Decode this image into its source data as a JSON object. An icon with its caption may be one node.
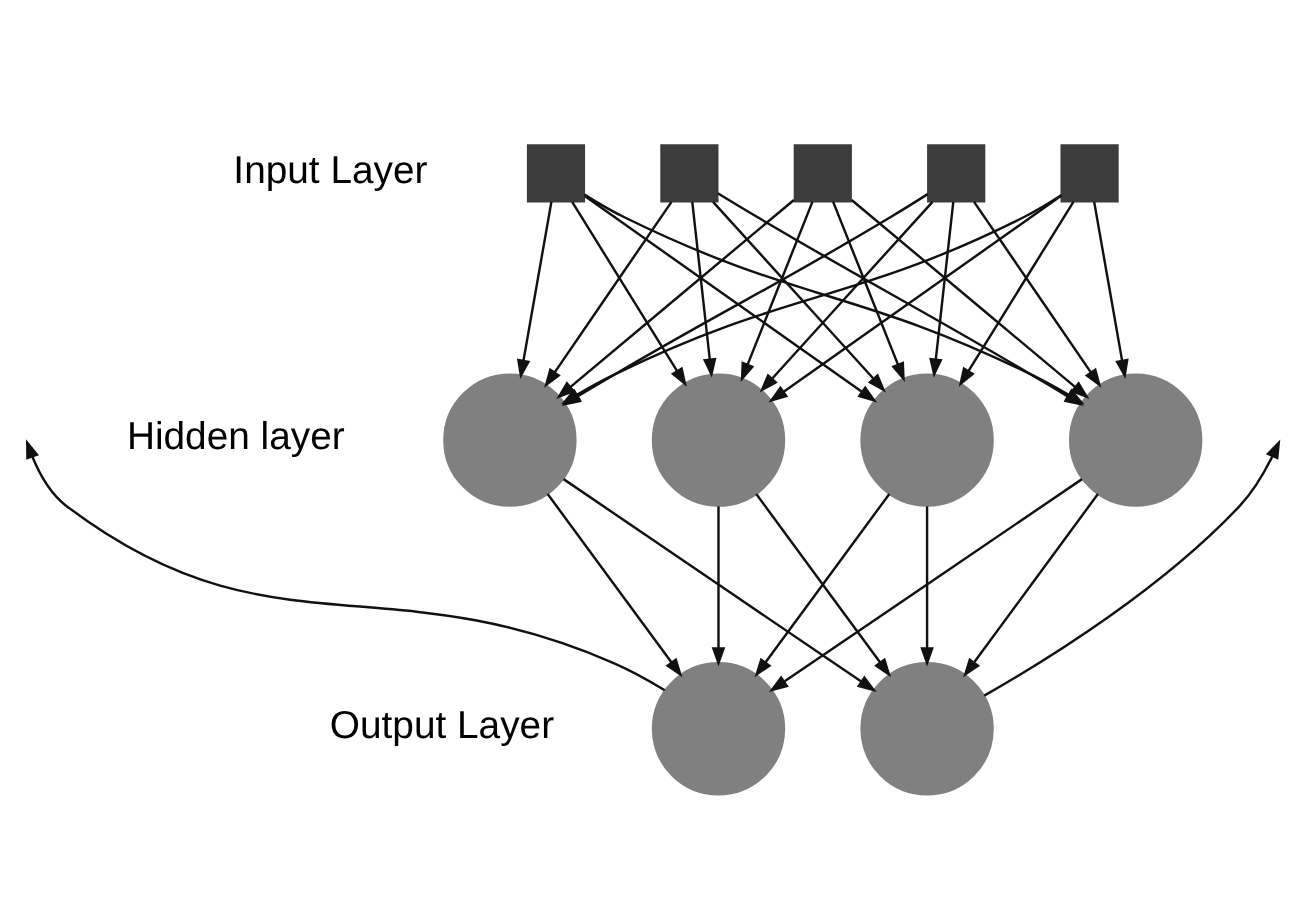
{
  "diagram": {
    "nodes": [
      {
        "text": [],
        "shape": "circle"
      },
      {
        "text": [],
        "shape": "circle"
      },
      {
        "text": [],
        "shape": "circle"
      },
      {
        "text": [],
        "shape": "circle"
      },
      {
        "text": [],
        "shape": "circle"
      },
      {
        "text": [],
        "shape": "circle"
      },
      {
        "text": [],
        "shape": "box"
      },
      {
        "text": [],
        "shape": "box"
      },
      {
        "text": [],
        "shape": "box"
      },
      {
        "text": [],
        "shape": "box"
      },
      {
        "text": [],
        "shape": "box"
      }
    ],
    "edges": [
      {
        "from": 0,
        "to": null,
        "arrow": "to"
      },
      {
        "from": 1,
        "to": null,
        "arrow": "to"
      },
      {
        "from": 2,
        "to": 0,
        "arrow": "to"
      },
      {
        "from": 2,
        "to": 1,
        "arrow": "to"
      },
      {
        "from": 3,
        "to": 0,
        "arrow": "to"
      },
      {
        "from": 3,
        "to": 1,
        "arrow": "to"
      },
      {
        "from": 4,
        "to": 0,
        "arrow": "to"
      },
      {
        "from": 4,
        "to": 1,
        "arrow": "to"
      },
      {
        "from": 5,
        "to": 0,
        "arrow": "to"
      },
      {
        "from": 5,
        "to": 1,
        "arrow": "to"
      },
      {
        "from": 6,
        "to": 2,
        "arrow": "to"
      },
      {
        "from": 6,
        "to": 3,
        "arrow": "to"
      },
      {
        "from": 6,
        "to": 4,
        "arrow": "to"
      },
      {
        "from": 6,
        "to": 5,
        "arrow": "to"
      },
      {
        "from": 7,
        "to": 2,
        "arrow": "to"
      },
      {
        "from": 7,
        "to": 3,
        "arrow": "to"
      },
      {
        "from": 7,
        "to": 4,
        "arrow": "to"
      },
      {
        "from": 7,
        "to": 5,
        "arrow": "to"
      },
      {
        "from": 8,
        "to": 2,
        "arrow": "to"
      },
      {
        "from": 8,
        "to": 3,
        "arrow": "to"
      },
      {
        "from": 8,
        "to": 4,
        "arrow": "to"
      },
      {
        "from": 8,
        "to": 5,
        "arrow": "to"
      },
      {
        "from": 9,
        "to": 2,
        "arrow": "to"
      },
      {
        "from": 9,
        "to": 3,
        "arrow": "to"
      },
      {
        "from": 9,
        "to": 4,
        "arrow": "to"
      },
      {
        "from": 9,
        "to": 5,
        "arrow": "to"
      },
      {
        "from": 10,
        "to": 2,
        "arrow": "to"
      },
      {
        "from": 10,
        "to": 3,
        "arrow": "to"
      },
      {
        "from": 10,
        "to": 4,
        "arrow": "to"
      },
      {
        "from": 10,
        "to": 5,
        "arrow": "to"
      }
    ],
    "labels": [
      "Output Layer",
      "Hidden layer",
      "Input Layer"
    ]
  }
}
